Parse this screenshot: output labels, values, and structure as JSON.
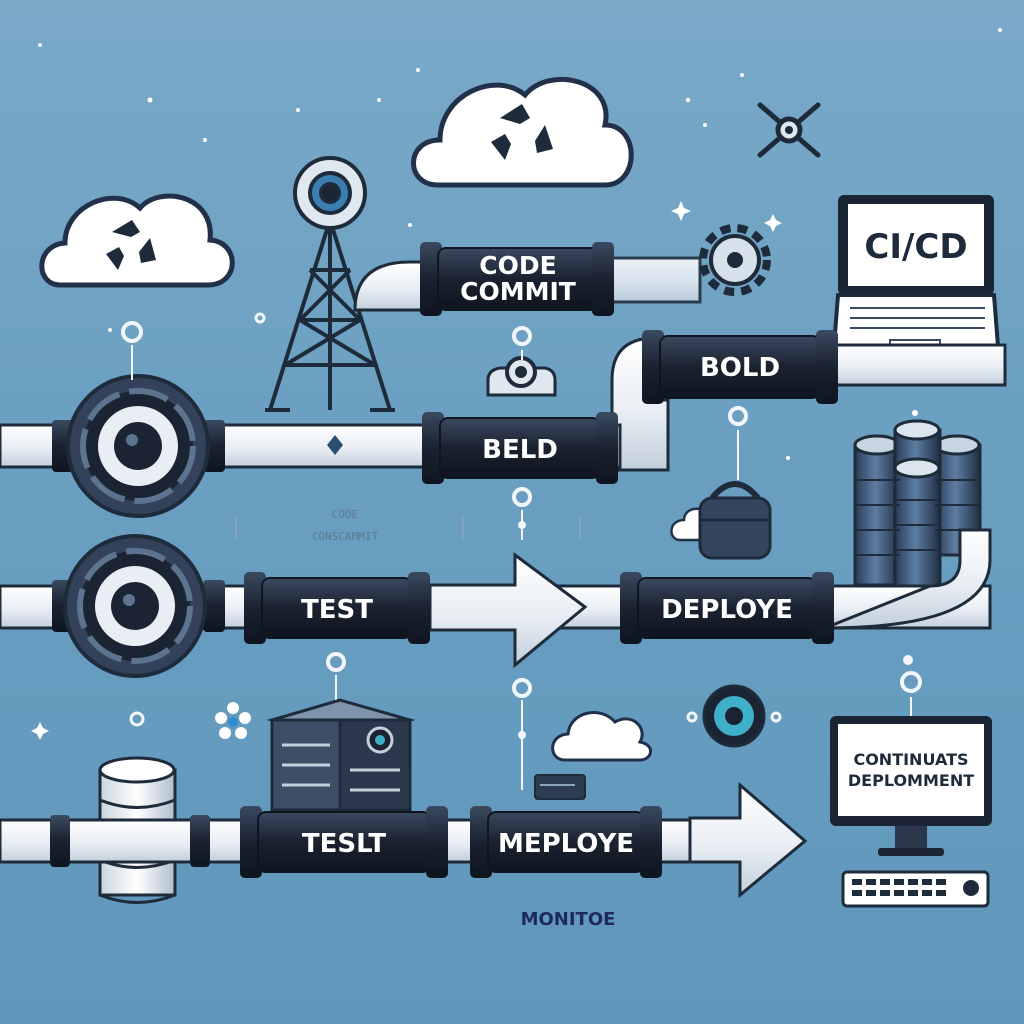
{
  "colors": {
    "background_top": "#7aa9c8",
    "background_bottom": "#5f97bb",
    "pipe": "#eef3f8",
    "band": "#1b2433",
    "outline": "#1e2b3a"
  },
  "icons": [
    "cloud-icon",
    "recycle-icon",
    "antenna-tower-icon",
    "gear-icon",
    "laptop-icon",
    "server-stack-icon",
    "database-icon",
    "monitor-icon",
    "keyboard-icon",
    "arrow-icon",
    "valve-icon",
    "camera-icon",
    "flower-icon"
  ],
  "labels": {
    "code_commit_line1": "CODE",
    "code_commit_line2": "COMMIT",
    "laptop_screen": "CI/CD",
    "bold": "BOLD",
    "beld": "BELD",
    "faint_line1": "CODE",
    "faint_line2": "CONSCAMMIT",
    "test": "TEST",
    "deploye": "DEPLOYE",
    "monitor_line1": "CONTINUATS",
    "monitor_line2": "DEPLOMMENT",
    "teslt": "TESLT",
    "meploye": "MEPLOYE",
    "monitoe": "MONITOE"
  }
}
